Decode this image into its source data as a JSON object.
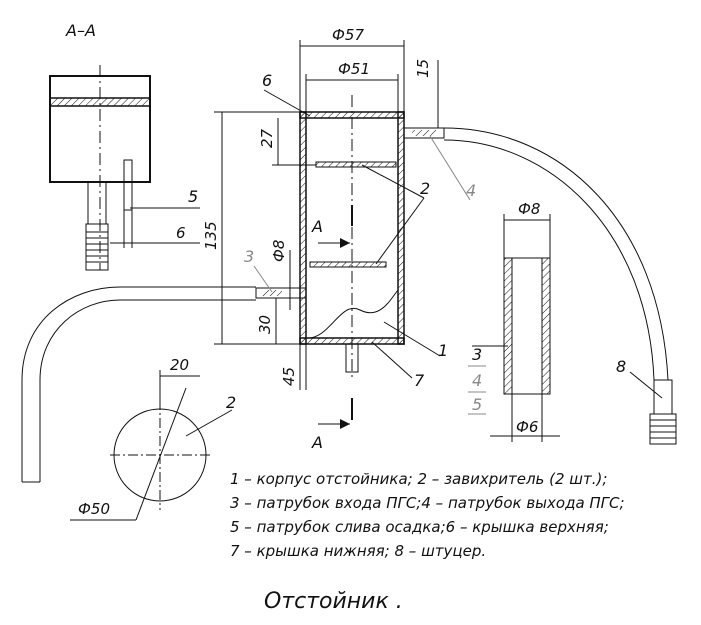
{
  "section_label": "А–А",
  "dimensions": {
    "d57": "Ф57",
    "d51": "Ф51",
    "h15": "15",
    "h27": "27",
    "h135": "135",
    "d8_vertical": "Ф8",
    "h30": "30",
    "h45": "45",
    "d6_left": "6",
    "d20": "20",
    "d50": "Ф50",
    "d8_tube": "Ф8",
    "d6_tube": "Ф6"
  },
  "section_marks": {
    "upper": "А",
    "lower": "А"
  },
  "part_numbers": {
    "p1": "1",
    "p2_main": "2",
    "p2_circle": "2",
    "p3_main": "3",
    "p3_tube": "3",
    "p4_main": "4",
    "p4_tube": "4",
    "p5_left": "5",
    "p5_tube": "5",
    "p6": "6",
    "p7": "7",
    "p8": "8"
  },
  "legend": [
    "1 – корпус отстойника; 2 – завихритель (2 шт.);",
    "3 – патрубок входа ПГС;4 – патрубок выхода ПГС;",
    "5 – патрубок слива осадка;6 – крышка верхняя;",
    "7 – крышка нижняя; 8 – штуцер."
  ],
  "title": "Отстойник ."
}
